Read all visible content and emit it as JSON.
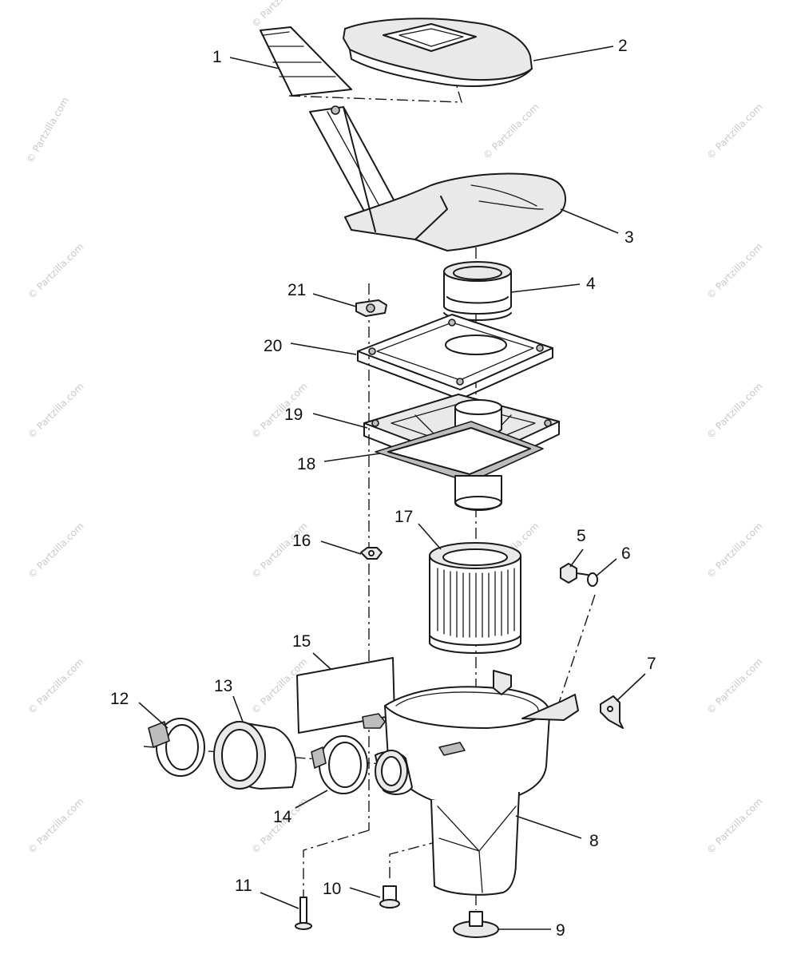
{
  "watermark": {
    "text": "© Partzilla.com"
  },
  "callouts": [
    {
      "id": "1",
      "label": "1"
    },
    {
      "id": "2",
      "label": "2"
    },
    {
      "id": "3",
      "label": "3"
    },
    {
      "id": "4",
      "label": "4"
    },
    {
      "id": "5",
      "label": "5"
    },
    {
      "id": "6",
      "label": "6"
    },
    {
      "id": "7",
      "label": "7"
    },
    {
      "id": "8",
      "label": "8"
    },
    {
      "id": "9",
      "label": "9"
    },
    {
      "id": "10",
      "label": "10"
    },
    {
      "id": "11",
      "label": "11"
    },
    {
      "id": "12",
      "label": "12"
    },
    {
      "id": "13",
      "label": "13"
    },
    {
      "id": "14",
      "label": "14"
    },
    {
      "id": "15",
      "label": "15"
    },
    {
      "id": "16",
      "label": "16"
    },
    {
      "id": "17",
      "label": "17"
    },
    {
      "id": "18",
      "label": "18"
    },
    {
      "id": "19",
      "label": "19"
    },
    {
      "id": "20",
      "label": "20"
    },
    {
      "id": "21",
      "label": "21"
    }
  ]
}
